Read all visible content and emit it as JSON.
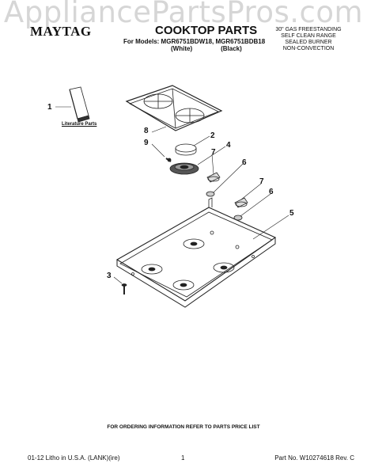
{
  "watermark": "AppliancePartsPros.com",
  "header": {
    "brand": "MAYTAG",
    "title": "COOKTOP PARTS",
    "models_line": "For Models: MGR6751BDW18, MGR6751BDB18",
    "color_white": "(White)",
    "color_black": "(Black)",
    "desc_lines": [
      "30\" GAS FREESTANDING",
      "SELF CLEAN RANGE",
      "SEALED BURNER",
      "NON-CONVECTION"
    ]
  },
  "diagram": {
    "literature_label": "Literature Parts",
    "callouts": [
      "1",
      "2",
      "3",
      "4",
      "5",
      "6",
      "6",
      "7",
      "7",
      "8",
      "9"
    ]
  },
  "footer": {
    "ordering_note": "FOR ORDERING INFORMATION REFER TO PARTS PRICE LIST",
    "print_info": "01-12  Litho in U.S.A. (LANK)(ire)",
    "page_number": "1",
    "part_number": "Part No. W10274618 Rev. C"
  }
}
